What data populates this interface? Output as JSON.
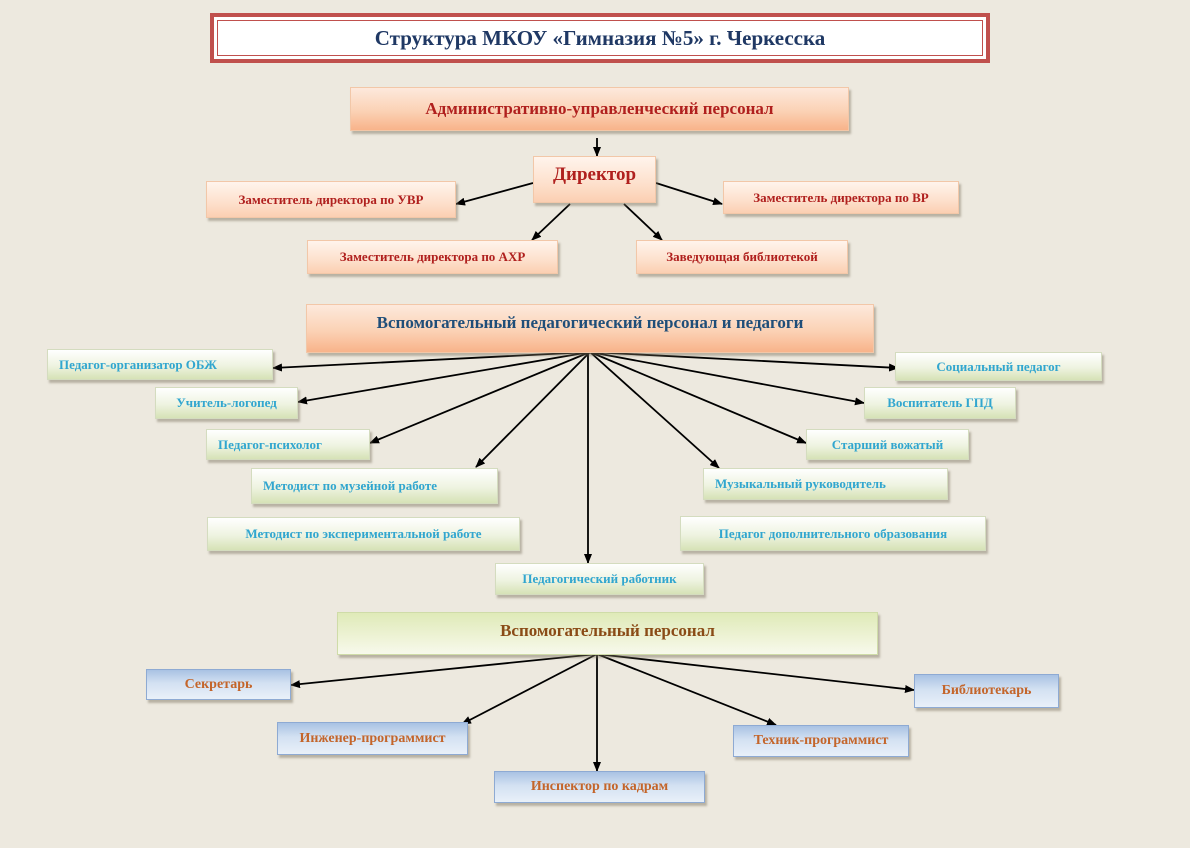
{
  "title": "Структура МКОУ «Гимназия №5» г. Черкесска",
  "sections": {
    "admin": {
      "header": "Административно-управленческий персонал",
      "director": "Директор",
      "deputies": {
        "uvr": "Заместитель директора по УВР",
        "vr": "Заместитель директора по ВР",
        "ahr": "Заместитель директора по АХР",
        "library_head": "Заведующая библиотекой"
      }
    },
    "pedagogical": {
      "header": "Вспомогательный педагогический персонал и педагоги",
      "left": [
        "Педагог-организатор ОБЖ",
        "Учитель-логопед",
        "Педагог-психолог",
        "Методист по музейной работе",
        "Методист по экспериментальной работе"
      ],
      "right": [
        "Социальный педагог",
        "Воспитатель ГПД",
        "Старший вожатый",
        "Музыкальный руководитель",
        "Педагог дополнительного образования"
      ],
      "center": "Педагогический работник"
    },
    "support": {
      "header": "Вспомогательный персонал",
      "items": [
        "Секретарь",
        "Инженер-программист",
        "Инспектор по кадрам",
        "Техник-программист",
        "Библиотекарь"
      ]
    }
  }
}
